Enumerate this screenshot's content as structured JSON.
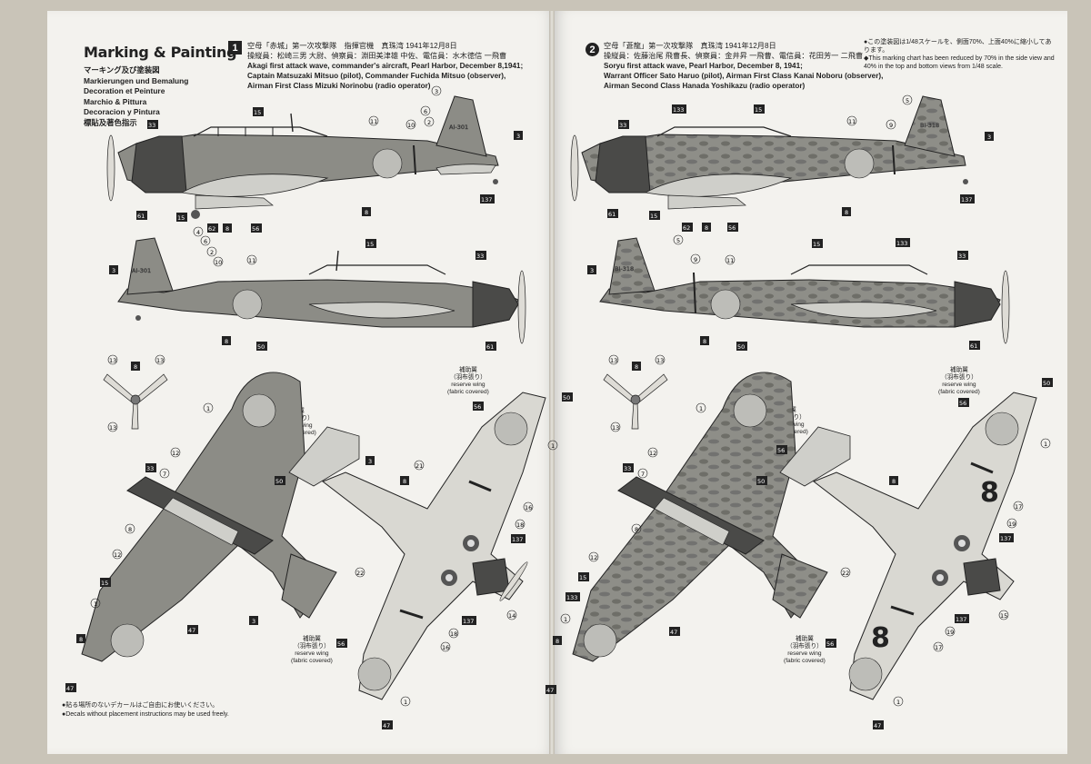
{
  "header": {
    "title": "Marking & Painting",
    "languages": [
      "マーキング及び塗装図",
      "Markierungen und Bemalung",
      "Decoration et Peinture",
      "Marchio & Pittura",
      "Decoracion y Pintura",
      "標貼及著色指示"
    ]
  },
  "scheme1": {
    "number": "1",
    "jp_title": "空母「赤城」第一次攻撃隊　指揮官機　真珠湾 1941年12月8日",
    "jp_crew": "操縦員：松崎三男 大尉、偵察員：淵田美津雄 中佐、電信員：水木徳信 一飛曹",
    "en_line1": "Akagi first attack wave, commander's aircraft, Pearl Harbor, December 8,1941;",
    "en_line2": "Captain Matsuzaki Mitsuo (pilot), Commander Fuchida Mitsuo (observer),",
    "en_line3": "Airman First Class Mizuki Norinobu (radio operator)",
    "tail_code": "AI-301"
  },
  "scheme2": {
    "number": "2",
    "jp_title": "空母「蒼龍」第一次攻撃隊　真珠湾 1941年12月8日",
    "jp_crew": "操縦員：佐藤治尾 飛曹長、偵察員：金井昇 一飛曹、電信員：花田芳一 二飛曹",
    "en_line1": "Soryu first attack wave, Pearl Harbor, December 8, 1941;",
    "en_line2": "Warrant Officer Sato Haruo (pilot), Airman First Class Kanai Noboru (observer),",
    "en_line3": "Airman Second Class Hanada Yoshikazu (radio operator)",
    "tail_code": "BI-318",
    "wing_number": "8"
  },
  "scale_note": {
    "jp": "●この塗装図は1/48スケールを、側面70%、上面40%に縮小してあります。",
    "en": "◆This marking chart has been reduced by 70% in the side view and 40% in the top and bottom views from 1/48 scale."
  },
  "footnote": {
    "jp": "●貼る場所のないデカールはご自由にお使いください。",
    "en": "●Decals without placement instructions may be used freely."
  },
  "reserve_wing": {
    "jp": "補助翼",
    "jp2": "（羽布張り）",
    "en": "reserve wing",
    "en2": "(fabric covered)"
  },
  "callouts": {
    "n1": "1",
    "n2": "2",
    "n3": "3",
    "n4": "4",
    "n5": "5",
    "n6": "6",
    "n7": "7",
    "n8": "8",
    "n9": "9",
    "n10": "10",
    "n11": "11",
    "n12": "12",
    "n13": "13",
    "n14": "14",
    "n15": "15",
    "n16": "16",
    "n17": "17",
    "n18": "18",
    "n19": "19",
    "n21": "21",
    "n22": "22",
    "n33": "33",
    "n47": "47",
    "n50": "50",
    "n56": "56",
    "n61": "61",
    "n62": "62",
    "n133": "133",
    "n137": "137"
  },
  "colors": {
    "paper": "#f3f2ee",
    "ink": "#222222",
    "green": "#8c8c86",
    "grey": "#cfcfca",
    "cowl": "#4a4a48",
    "hinomaru": "#bdbdb8"
  }
}
